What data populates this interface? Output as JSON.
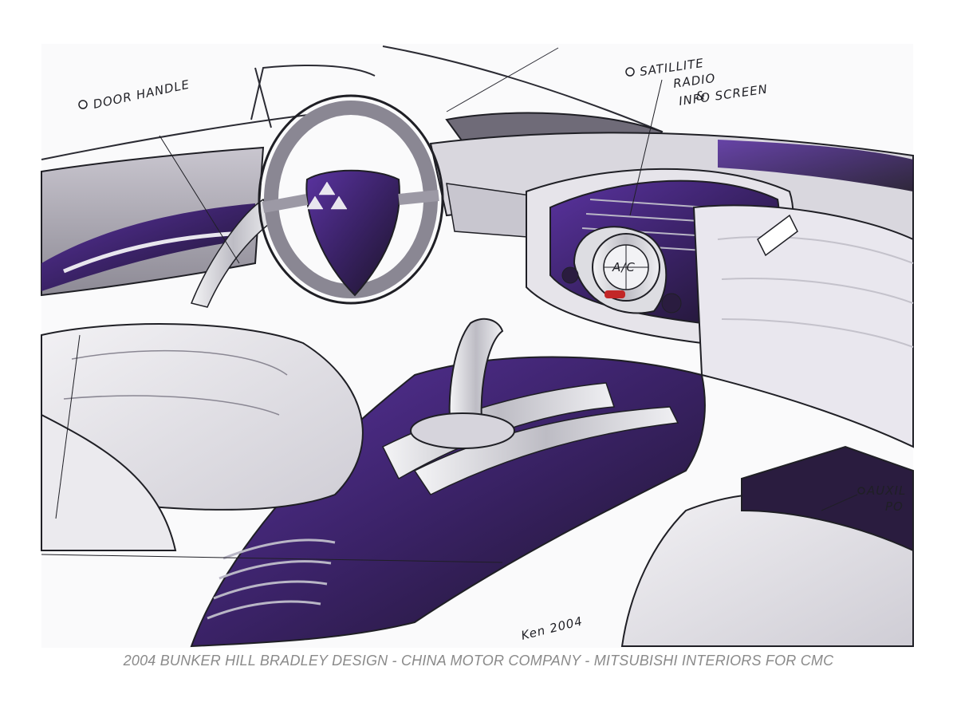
{
  "annotations": {
    "door_handle": "DOOR HANDLE",
    "satellite_radio": "SATILLITE",
    "satellite_radio_2": "RADIO",
    "satellite_radio_3": "&",
    "satellite_radio_4": "INFO SCREEN",
    "auxiliary": "AUXIL",
    "auxiliary_2": "PO",
    "ac": "A/C"
  },
  "caption": "2004  BUNKER HILL BRADLEY  DESIGN - CHINA MOTOR COMPANY - MITSUBISHI INTERIORS FOR CMC",
  "signature": "Ken 2004",
  "colors": {
    "accent_purple": "#4b2a86",
    "dark_purple": "#2a1c3f",
    "line": "#1f1f25",
    "caption_gray": "#8a8a8a"
  }
}
